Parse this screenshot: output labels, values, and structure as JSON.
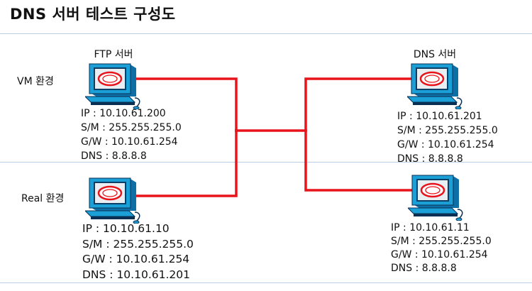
{
  "title": "DNS 서버 테스트 구성도",
  "section_labels": {
    "vm": "VM 환경",
    "real": "Real 환경"
  },
  "hosts": {
    "ftp_vm": {
      "label": "FTP 서버",
      "lines": [
        "IP : 10.10.61.200",
        "S/M : 255.255.255.0",
        "G/W : 10.10.61.254",
        "DNS : 8.8.8.8"
      ]
    },
    "dns_vm": {
      "label": "DNS 서버",
      "lines": [
        "IP : 10.10.61.201",
        "S/M : 255.255.255.0",
        "G/W : 10.10.61.254",
        "DNS : 8.8.8.8"
      ]
    },
    "real_left": {
      "lines": [
        "IP : 10.10.61.10",
        "S/M : 255.255.255.0",
        "G/W : 10.10.61.254",
        "DNS : 10.10.61.201"
      ]
    },
    "real_right": {
      "lines": [
        "IP : 10.10.61.11",
        "S/M : 255.255.255.0",
        "G/W : 10.10.61.254",
        "DNS : 8.8.8.8"
      ]
    }
  },
  "colors": {
    "link": "#e8141b",
    "divider": "#b9cde4",
    "pc_body": "#1a9fd6",
    "pc_screen": "#0b3f66",
    "pc_dark": "#0a2f52"
  },
  "icon": "computer-icon"
}
